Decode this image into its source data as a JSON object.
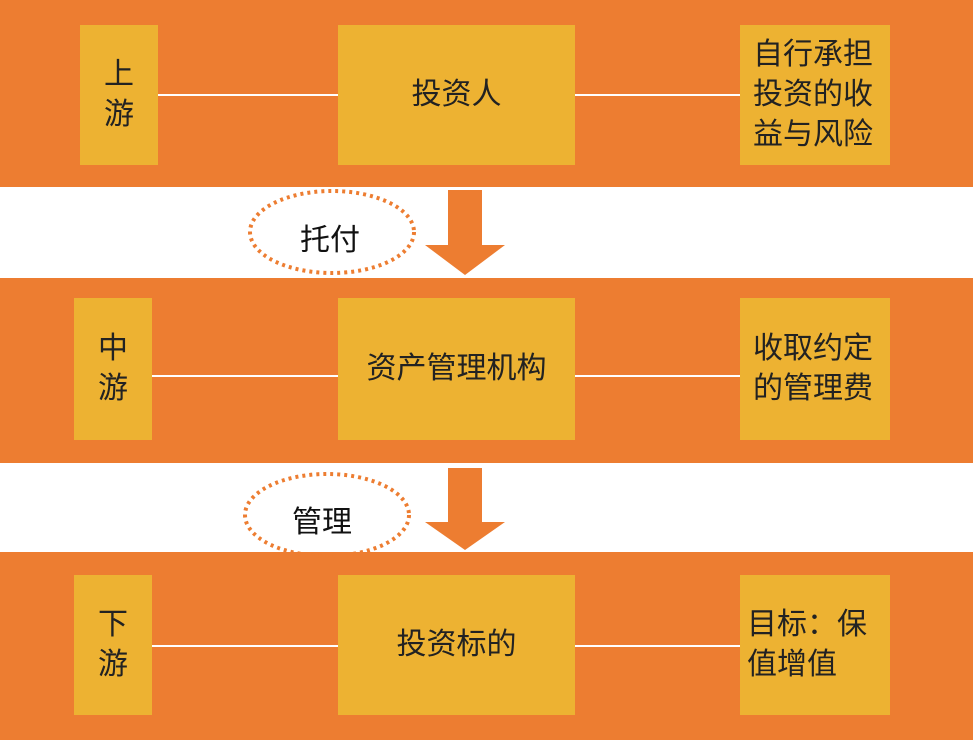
{
  "colors": {
    "band": "#ED7D31",
    "box": "#EDB232",
    "connector": "#FFFFFF"
  },
  "tiers": [
    {
      "stage": "上游",
      "entity": "投资人",
      "note": "自行承担投资的收益与风险"
    },
    {
      "stage": "中游",
      "entity": "资产管理机构",
      "note": "收取约定的管理费"
    },
    {
      "stage": "下游",
      "entity": "投资标的",
      "note": "目标：保值增值"
    }
  ],
  "relations": [
    {
      "label": "托付"
    },
    {
      "label": "管理"
    }
  ]
}
